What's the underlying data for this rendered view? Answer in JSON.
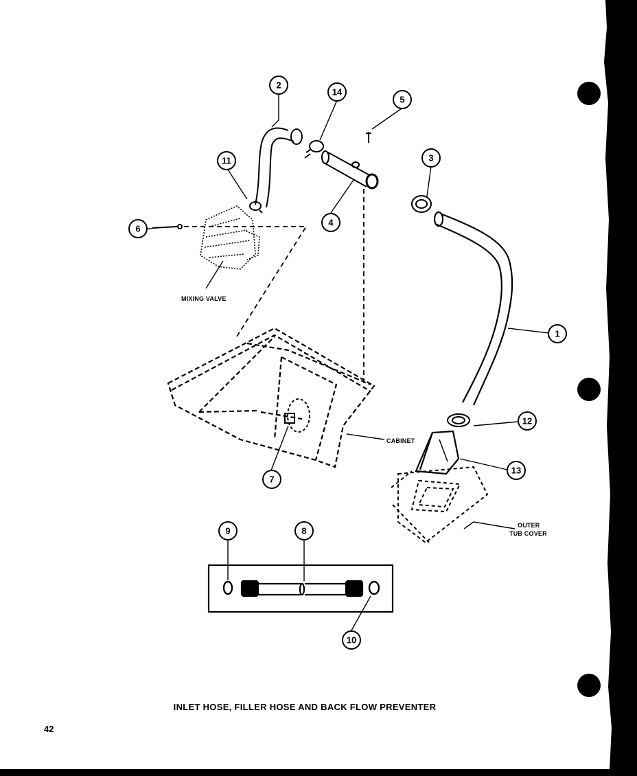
{
  "title": "INLET HOSE, FILLER HOSE AND BACK FLOW PREVENTER",
  "page_number": "42",
  "labels": {
    "mixing_valve": "MIXING VALVE",
    "cabinet": "CABINET",
    "outer": "OUTER",
    "tub_cover": "TUB COVER"
  },
  "callouts": {
    "c1": "1",
    "c2": "2",
    "c3": "3",
    "c4": "4",
    "c5": "5",
    "c6": "6",
    "c7": "7",
    "c8": "8",
    "c9": "9",
    "c10": "10",
    "c11": "11",
    "c12": "12",
    "c13": "13",
    "c14": "14"
  }
}
